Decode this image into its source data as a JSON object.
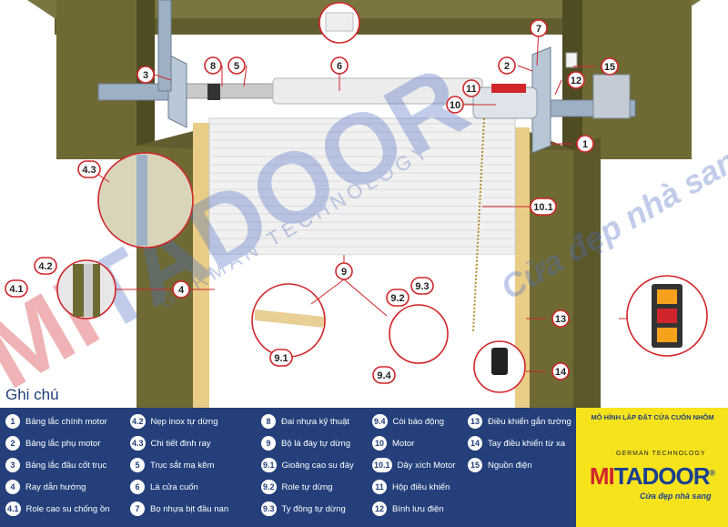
{
  "callouts": {
    "c1": "1",
    "c2": "2",
    "c3": "3",
    "c4": "4",
    "c4_1": "4.1",
    "c4_2": "4.2",
    "c4_3": "4.3",
    "c5": "5",
    "c6": "6",
    "c7": "7",
    "c8": "8",
    "c9": "9",
    "c9_1": "9.1",
    "c9_2": "9.2",
    "c9_3": "9.3",
    "c9_4": "9.4",
    "c10": "10",
    "c10_1": "10.1",
    "c11": "11",
    "c12": "12",
    "c13": "13",
    "c14": "14",
    "c15": "15"
  },
  "watermark": {
    "brand_mi": "MI",
    "brand_ta": "TA",
    "brand_door": "DOOR",
    "tagline": "GERMAN TECHNOLOGY",
    "slogan": "Cửa đẹp nhà sang"
  },
  "legend": {
    "title": "Ghi chú",
    "items": [
      {
        "num": "1",
        "text": "Bảng lắc chính motor"
      },
      {
        "num": "2",
        "text": "Bảng lắc phụ motor"
      },
      {
        "num": "3",
        "text": "Bảng lắc đầu cốt trục"
      },
      {
        "num": "4",
        "text": "Ray dẫn hướng"
      },
      {
        "num": "4.1",
        "text": "Role cao su chống ồn"
      },
      {
        "num": "4.2",
        "text": "Nẹp inox tự dừng"
      },
      {
        "num": "4.3",
        "text": "Chi tiết đinh ray"
      },
      {
        "num": "5",
        "text": "Trục sắt mạ kẽm"
      },
      {
        "num": "6",
        "text": "Lá cửa cuốn"
      },
      {
        "num": "7",
        "text": "Bọ nhựa bịt đầu nan"
      },
      {
        "num": "8",
        "text": "Đai nhựa kỹ thuật"
      },
      {
        "num": "9",
        "text": "Bộ lá đáy tự dừng"
      },
      {
        "num": "9.1",
        "text": "Gioăng cao su đáy"
      },
      {
        "num": "9.2",
        "text": "Role tự dừng"
      },
      {
        "num": "9.3",
        "text": "Ty đồng tự dừng"
      },
      {
        "num": "9.4",
        "text": "Còi báo động"
      },
      {
        "num": "10",
        "text": "Motor"
      },
      {
        "num": "10.1",
        "text": "Dây xích Motor"
      },
      {
        "num": "11",
        "text": "Hộp điều khiển"
      },
      {
        "num": "12",
        "text": "Bình lưu điện"
      },
      {
        "num": "13",
        "text": "Điều khiển gắn tường"
      },
      {
        "num": "14",
        "text": "Tay điều khiển từ xa"
      },
      {
        "num": "15",
        "text": "Nguồn điện"
      }
    ]
  },
  "brand_panel": {
    "title": "MÔ HÌNH LẮP ĐẶT CỬA CUỐN NHÔM",
    "german": "GERMAN TECHNOLOGY",
    "logo_mi": "MI",
    "logo_ta": "TA",
    "logo_door": "DOOR",
    "registered": "®",
    "slogan": "Cửa đẹp nhà sang"
  },
  "colors": {
    "wall": "#6f6a34",
    "wall_dark": "#4f4b22",
    "accent_red": "#d0262b",
    "legend_bg": "#243f7a",
    "brand_yellow": "#f7e31c"
  }
}
